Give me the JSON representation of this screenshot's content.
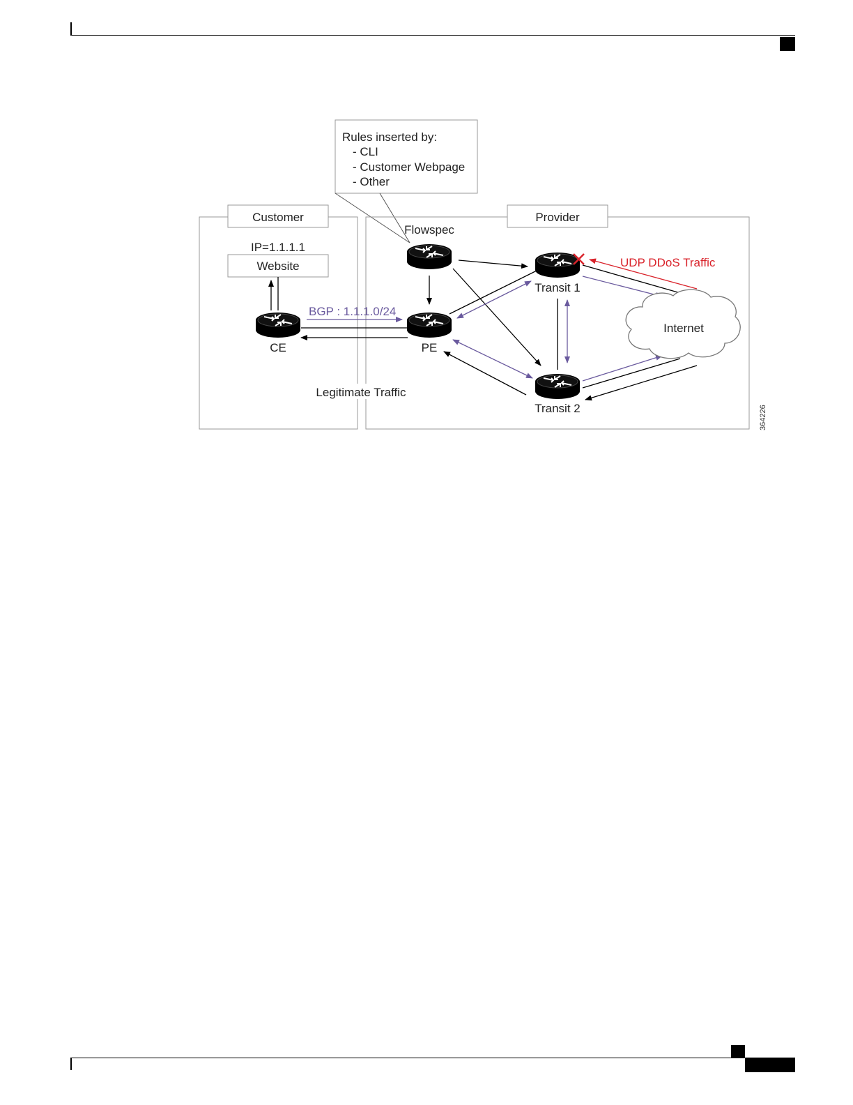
{
  "diagram": {
    "rules_box": {
      "title": "Rules inserted by:",
      "items": [
        "- CLI",
        "- Customer Webpage",
        "- Other"
      ]
    },
    "customer_label": "Customer",
    "provider_label": "Provider",
    "flowspec_label": "Flowspec",
    "ip_label": "IP=1.1.1.1",
    "website_label": "Website",
    "ce_label": "CE",
    "pe_label": "PE",
    "transit1_label": "Transit 1",
    "transit2_label": "Transit 2",
    "internet_label": "Internet",
    "bgp_label": "BGP : 1.1.1.0/24",
    "ddos_label": "UDP DDoS Traffic",
    "legit_label": "Legitimate Traffic",
    "figure_id": "364226",
    "colors": {
      "bgp_purple": "#6a5a9e",
      "ddos_red": "#d9222a",
      "line": "#000000",
      "box_border": "#999999"
    }
  }
}
